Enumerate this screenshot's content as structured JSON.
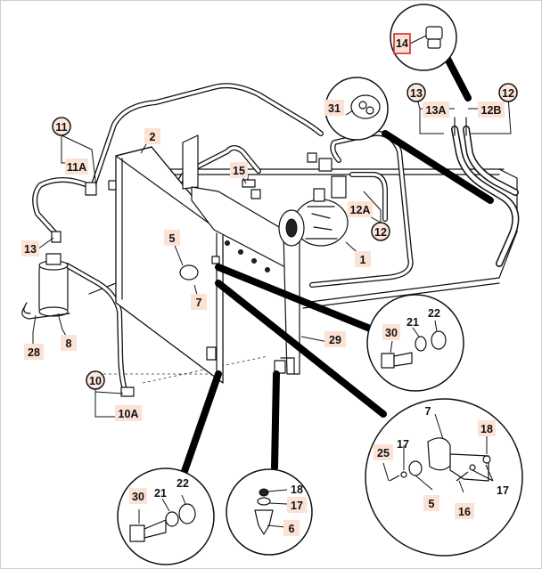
{
  "labels": {
    "n1": "1",
    "n2": "2",
    "n5": "5",
    "n6": "6",
    "n7": "7",
    "n7b": "7",
    "n8": "8",
    "n10": "10",
    "n10a": "10A",
    "n11": "11",
    "n11a": "11A",
    "n12": "12",
    "n12a": "12A",
    "n12b": "12B",
    "n12c": "12",
    "n13": "13",
    "n13a": "13A",
    "n13b": "13",
    "n14": "14",
    "n15": "15",
    "n16": "16",
    "n17a": "17",
    "n17b": "17",
    "n17c": "17",
    "n18a": "18",
    "n18b": "18",
    "n21a": "21",
    "n21b": "21",
    "n22a": "22",
    "n22b": "22",
    "n25": "25",
    "n28": "28",
    "n29": "29",
    "n30a": "30",
    "n30b": "30",
    "n31": "31",
    "n5b": "5"
  },
  "colors": {
    "label_fill": "#fbe2d4",
    "highlight_border": "#d22b2b",
    "ink": "#111111"
  }
}
